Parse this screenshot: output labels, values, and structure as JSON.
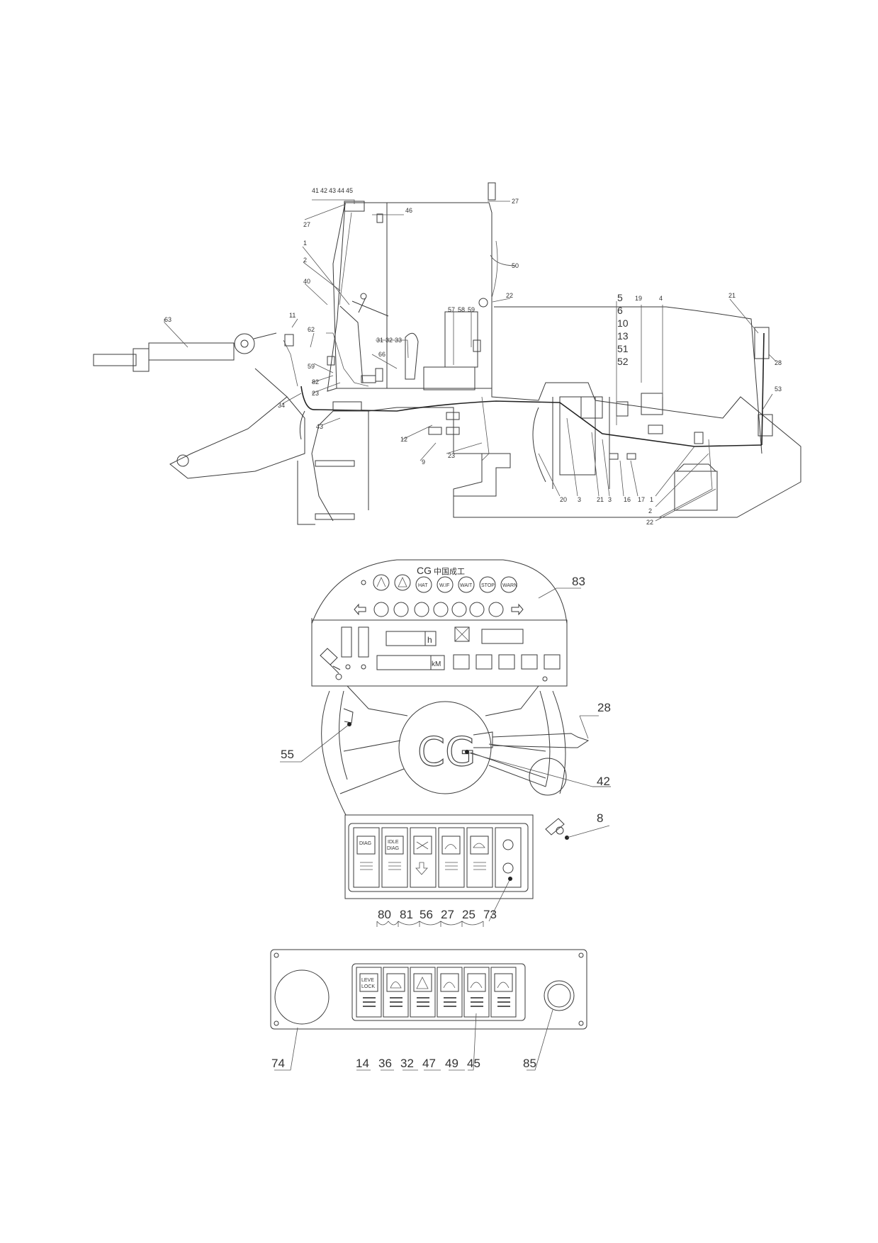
{
  "cluster": {
    "brand": "CG",
    "brand_cn": "中国成工",
    "indicators_row1": [
      "HAT",
      "W.IF",
      "WAIT",
      "STOP",
      "WARN"
    ],
    "hour_unit": "h",
    "km_unit": "kM"
  },
  "steering": {
    "hub_logo": "CG"
  },
  "upper_switches": [
    {
      "l1": "DIAG",
      "l2": ""
    },
    {
      "l1": "IDLE",
      "l2": "DIAG"
    }
  ],
  "lower_switches": [
    {
      "l1": "LEVE",
      "l2": "LOCK"
    }
  ],
  "callouts": {
    "machine": {
      "c41": "41",
      "c42": "42",
      "c43": "43",
      "c44": "44",
      "c45": "45",
      "c46": "46",
      "c27a": "27",
      "c27b": "27",
      "c1": "1",
      "c2": "2",
      "c40": "40",
      "c50": "50",
      "c63": "63",
      "c11": "11",
      "c62": "62",
      "c59": "59",
      "c31": "31",
      "c32": "32",
      "c33": "33",
      "c66": "66",
      "c57": "57",
      "c58": "58",
      "c59b": "59",
      "c22a": "22",
      "c82": "82",
      "c23a": "23",
      "c34": "34",
      "c43b": "43",
      "c12": "12",
      "c9": "9",
      "c23b": "23",
      "c5": "5",
      "c6": "6",
      "c10": "10",
      "c13": "13",
      "c51": "51",
      "c52": "52",
      "c19": "19",
      "c4": "4",
      "c21": "21",
      "c28": "28",
      "c53": "53",
      "c20": "20",
      "c3a": "3",
      "c21b": "21",
      "c3b": "3",
      "c16": "16",
      "c17": "17",
      "c1b": "1",
      "c2b": "2",
      "c22b": "22"
    },
    "dash": {
      "c83": "83",
      "c28": "28",
      "c55": "55",
      "c42": "42",
      "c8": "8",
      "row": [
        "80",
        "81",
        "56",
        "27",
        "25",
        "73"
      ]
    },
    "panel": {
      "row": [
        "74",
        "14",
        "36",
        "32",
        "47",
        "49",
        "45",
        "85"
      ]
    }
  }
}
